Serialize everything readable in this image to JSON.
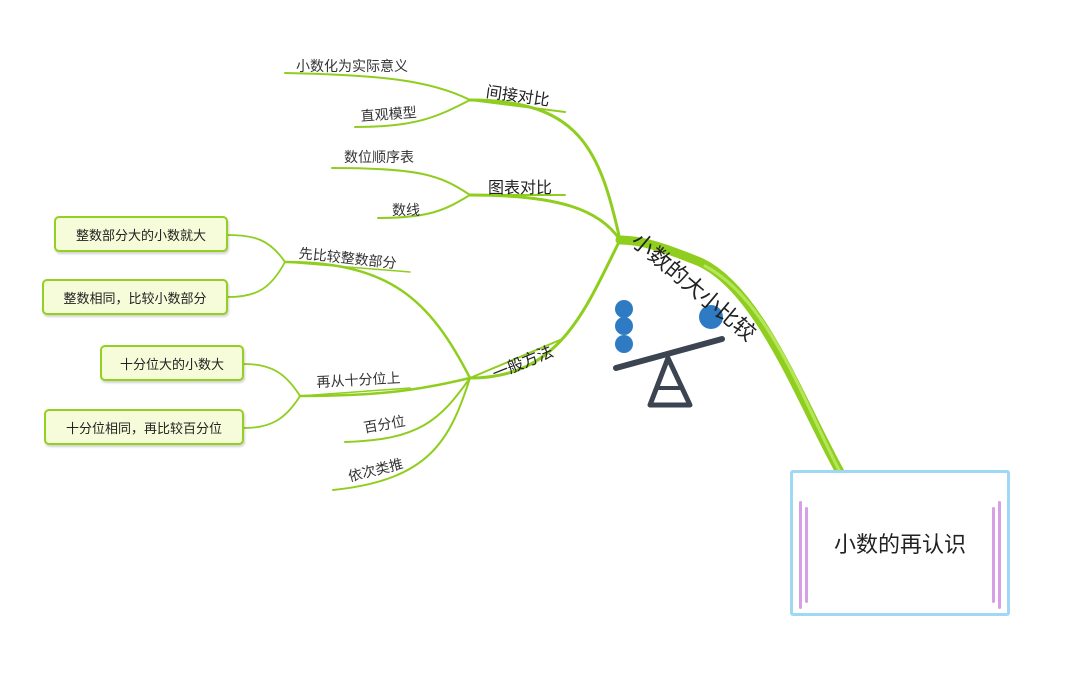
{
  "root": {
    "label": "小数的再认识"
  },
  "main_branch": {
    "label": "小数的大小比较"
  },
  "groups": [
    {
      "label": "间接对比",
      "children": [
        "小数化为实际意义",
        "直观模型"
      ]
    },
    {
      "label": "图表对比",
      "children": [
        "数位顺序表",
        "数线"
      ]
    },
    {
      "label": "一般方法",
      "steps": [
        {
          "label": "先比较整数部分",
          "leaves": [
            "整数部分大的小数就大",
            "整数相同，比较小数部分"
          ]
        },
        {
          "label": "再从十分位上",
          "leaves": [
            "十分位大的小数大",
            "十分位相同，再比较百分位"
          ]
        }
      ],
      "children": [
        "百分位",
        "依次类推"
      ]
    }
  ],
  "colors": {
    "branch": "#8fce1f",
    "root_border": "#9fd8f5",
    "root_accent": "#d7a0e6",
    "ball": "#2e7bc4",
    "scale": "#3b4450",
    "leaf_fill": "#f6fcd9"
  },
  "illustration": {
    "icon": "balance-scale-icon"
  }
}
